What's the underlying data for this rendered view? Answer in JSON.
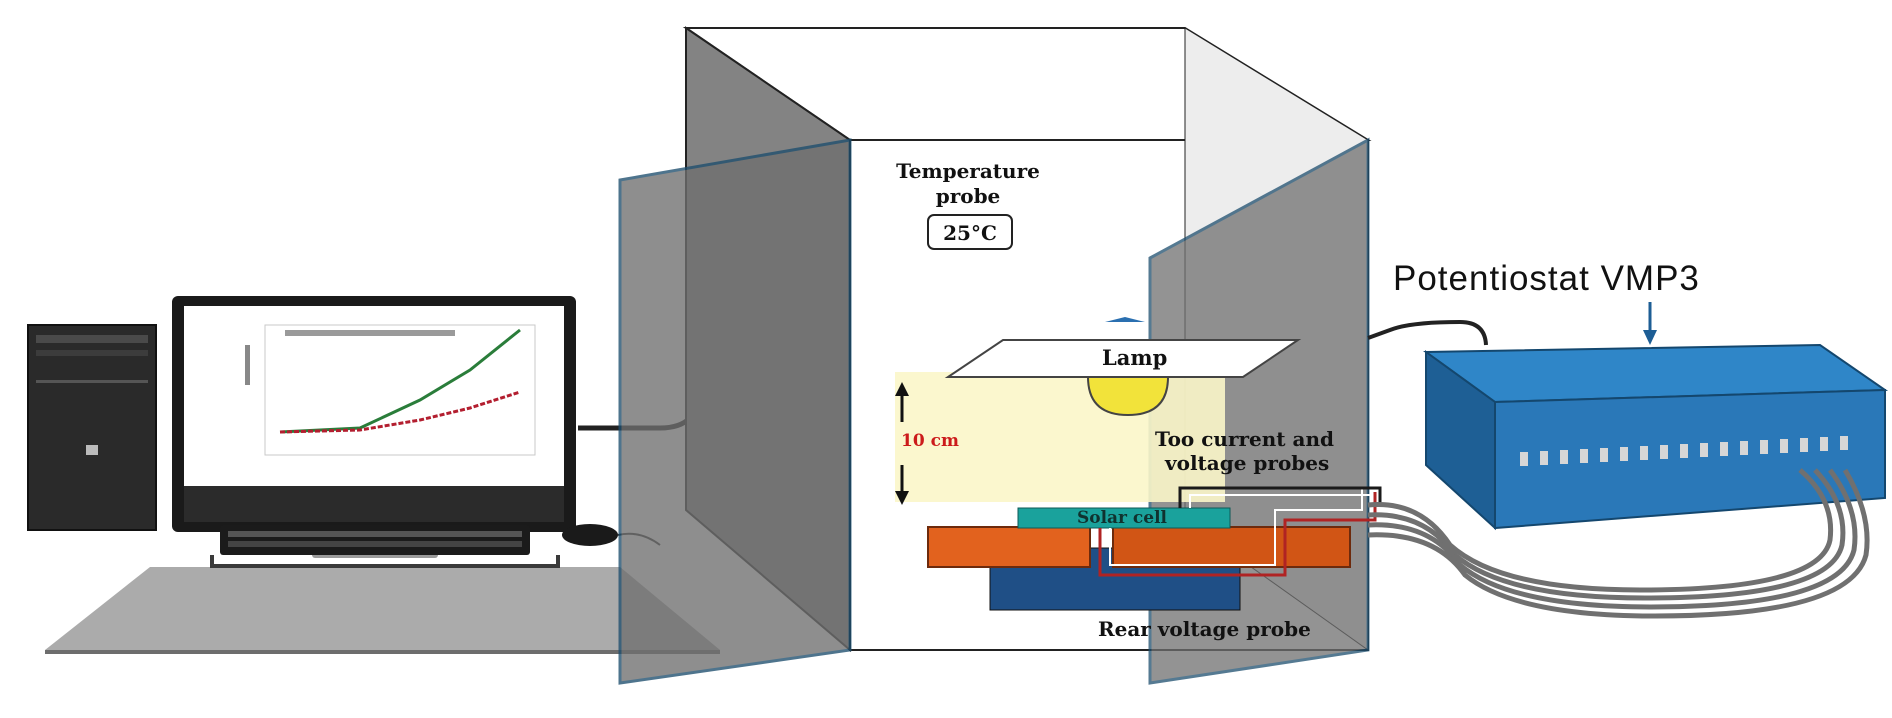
{
  "labels": {
    "temperature_probe_line1": "Temperature",
    "temperature_probe_line2": "probe",
    "temperature_value": "25°C",
    "lamp": "Lamp",
    "distance": "10 cm",
    "solar_cell": "Solar cell",
    "top_probes_line1": "Too current and",
    "top_probes_line2": "voltage probes",
    "rear_probe": "Rear voltage probe",
    "potentiostat": "Potentiostat VMP3"
  },
  "colors": {
    "panel_gray": "#8a8a8a",
    "panel_edge": "#1d4e6e",
    "cabinet": "#7c7c7c",
    "lamp_bulb": "#f2e33a",
    "light_glow": "#fbf6c9",
    "substrate": "#e2621e",
    "base_plate": "#1f4f86",
    "solar_cell": "#1aa29c",
    "potentiostat": "#2a78b8",
    "distance_text": "#cc1b1b"
  },
  "icons": {
    "pc_tower": "desktop-tower-icon",
    "monitor": "monitor-icon",
    "keyboard": "keyboard-icon",
    "mouse": "mouse-icon"
  }
}
